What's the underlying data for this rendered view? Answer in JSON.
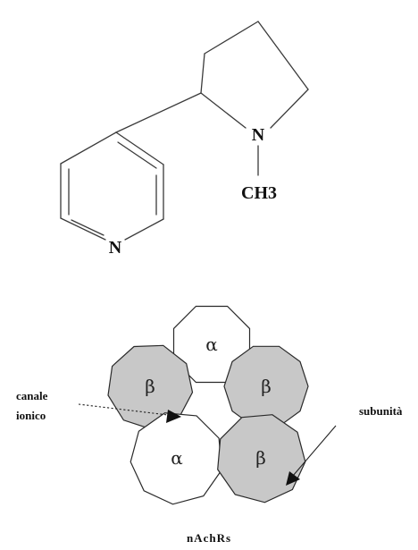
{
  "molecule": {
    "atom_n_ring": "N",
    "atom_n_pyridine": "N",
    "methyl": "CH3"
  },
  "receptor": {
    "subunits": [
      "α",
      "β",
      "β",
      "α",
      "β"
    ],
    "label_channel_line1": "canale",
    "label_channel_line2": "ionico",
    "label_subunit": "subunità",
    "caption": "nAchRs"
  },
  "colors": {
    "alpha_fill": "#ffffff",
    "beta_fill": "#c8c8c8",
    "stroke": "#2a2a2a"
  }
}
